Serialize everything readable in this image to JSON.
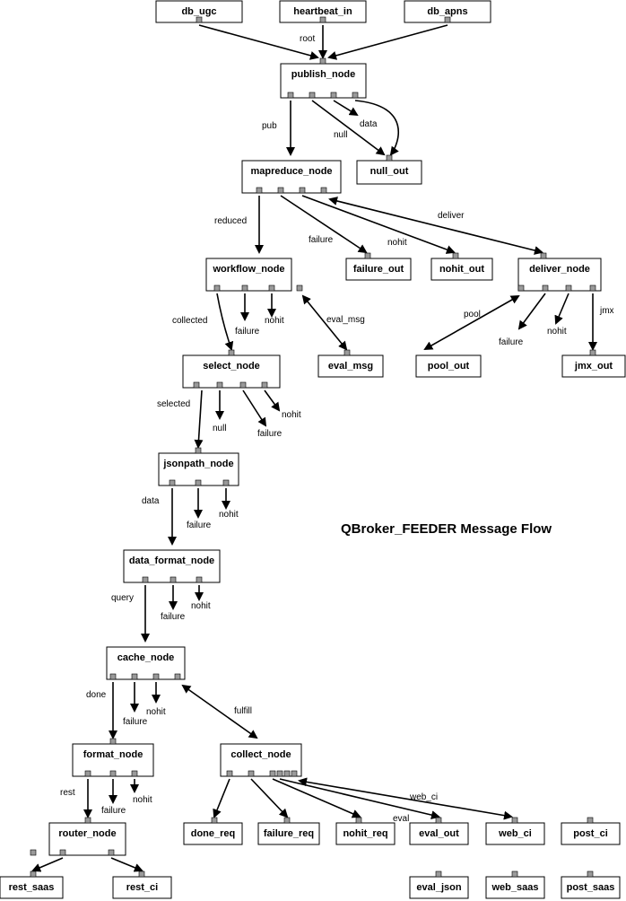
{
  "title": "QBroker_FEEDER Message Flow",
  "nodes": [
    {
      "id": "db_ugc",
      "label": "db_ugc"
    },
    {
      "id": "heartbeat_in",
      "label": "heartbeat_in"
    },
    {
      "id": "db_apns",
      "label": "db_apns"
    },
    {
      "id": "publish_node",
      "label": "publish_node"
    },
    {
      "id": "null_out",
      "label": "null_out"
    },
    {
      "id": "mapreduce_node",
      "label": "mapreduce_node"
    },
    {
      "id": "workflow_node",
      "label": "workflow_node"
    },
    {
      "id": "failure_out",
      "label": "failure_out"
    },
    {
      "id": "nohit_out",
      "label": "nohit_out"
    },
    {
      "id": "deliver_node",
      "label": "deliver_node"
    },
    {
      "id": "select_node",
      "label": "select_node"
    },
    {
      "id": "eval_msg",
      "label": "eval_msg"
    },
    {
      "id": "pool_out",
      "label": "pool_out"
    },
    {
      "id": "jmx_out",
      "label": "jmx_out"
    },
    {
      "id": "jsonpath_node",
      "label": "jsonpath_node"
    },
    {
      "id": "data_format_node",
      "label": "data_format_node"
    },
    {
      "id": "cache_node",
      "label": "cache_node"
    },
    {
      "id": "format_node",
      "label": "format_node"
    },
    {
      "id": "collect_node",
      "label": "collect_node"
    },
    {
      "id": "router_node",
      "label": "router_node"
    },
    {
      "id": "done_req",
      "label": "done_req"
    },
    {
      "id": "failure_req",
      "label": "failure_req"
    },
    {
      "id": "nohit_req",
      "label": "nohit_req"
    },
    {
      "id": "eval_out",
      "label": "eval_out"
    },
    {
      "id": "web_ci",
      "label": "web_ci"
    },
    {
      "id": "post_ci",
      "label": "post_ci"
    },
    {
      "id": "rest_saas",
      "label": "rest_saas"
    },
    {
      "id": "rest_ci",
      "label": "rest_ci"
    },
    {
      "id": "eval_json",
      "label": "eval_json"
    },
    {
      "id": "web_saas",
      "label": "web_saas"
    },
    {
      "id": "post_saas",
      "label": "post_saas"
    }
  ],
  "edges": [
    {
      "id": "db_ugc-publish",
      "from": "db_ugc",
      "to": "publish_node",
      "label": ""
    },
    {
      "id": "heartbeat-publish",
      "from": "heartbeat_in",
      "to": "publish_node",
      "label": "root"
    },
    {
      "id": "db_apns-publish",
      "from": "db_apns",
      "to": "publish_node",
      "label": ""
    },
    {
      "id": "publish-mapreduce",
      "from": "publish_node",
      "to": "mapreduce_node",
      "label": "pub"
    },
    {
      "id": "publish-null",
      "from": "publish_node",
      "to": "null_out",
      "label": "null"
    },
    {
      "id": "publish-data",
      "from": "publish_node",
      "to": "publish_node",
      "label": "data"
    },
    {
      "id": "publish-null-loop",
      "from": "publish_node",
      "to": "null_out",
      "label": ""
    },
    {
      "id": "mapreduce-workflow",
      "from": "mapreduce_node",
      "to": "workflow_node",
      "label": "reduced"
    },
    {
      "id": "mapreduce-failure",
      "from": "mapreduce_node",
      "to": "failure_out",
      "label": "failure"
    },
    {
      "id": "mapreduce-nohit",
      "from": "mapreduce_node",
      "to": "nohit_out",
      "label": "nohit"
    },
    {
      "id": "mapreduce-deliver",
      "from": "mapreduce_node",
      "to": "deliver_node",
      "label": "deliver"
    },
    {
      "id": "workflow-select",
      "from": "workflow_node",
      "to": "select_node",
      "label": "collected"
    },
    {
      "id": "workflow-failure",
      "from": "workflow_node",
      "to": "workflow_node",
      "label": "failure"
    },
    {
      "id": "workflow-nohit",
      "from": "workflow_node",
      "to": "workflow_node",
      "label": "nohit"
    },
    {
      "id": "workflow-eval",
      "from": "workflow_node",
      "to": "eval_msg",
      "label": "eval_msg"
    },
    {
      "id": "deliver-pool",
      "from": "deliver_node",
      "to": "pool_out",
      "label": "pool"
    },
    {
      "id": "deliver-failure",
      "from": "deliver_node",
      "to": "deliver_node",
      "label": "failure"
    },
    {
      "id": "deliver-nohit",
      "from": "deliver_node",
      "to": "deliver_node",
      "label": "nohit"
    },
    {
      "id": "deliver-jmx",
      "from": "deliver_node",
      "to": "jmx_out",
      "label": "jmx"
    },
    {
      "id": "select-jsonpath",
      "from": "select_node",
      "to": "jsonpath_node",
      "label": "selected"
    },
    {
      "id": "select-null",
      "from": "select_node",
      "to": "select_node",
      "label": "null"
    },
    {
      "id": "select-failure",
      "from": "select_node",
      "to": "select_node",
      "label": "failure"
    },
    {
      "id": "select-nohit",
      "from": "select_node",
      "to": "select_node",
      "label": "nohit"
    },
    {
      "id": "jsonpath-dataformat",
      "from": "jsonpath_node",
      "to": "data_format_node",
      "label": "data"
    },
    {
      "id": "jsonpath-failure",
      "from": "jsonpath_node",
      "to": "jsonpath_node",
      "label": "failure"
    },
    {
      "id": "jsonpath-nohit",
      "from": "jsonpath_node",
      "to": "jsonpath_node",
      "label": "nohit"
    },
    {
      "id": "dataformat-cache",
      "from": "data_format_node",
      "to": "cache_node",
      "label": "query"
    },
    {
      "id": "dataformat-failure",
      "from": "data_format_node",
      "to": "data_format_node",
      "label": "failure"
    },
    {
      "id": "dataformat-nohit",
      "from": "data_format_node",
      "to": "data_format_node",
      "label": "nohit"
    },
    {
      "id": "cache-format",
      "from": "cache_node",
      "to": "format_node",
      "label": "done"
    },
    {
      "id": "cache-failure",
      "from": "cache_node",
      "to": "cache_node",
      "label": "failure"
    },
    {
      "id": "cache-nohit",
      "from": "cache_node",
      "to": "cache_node",
      "label": "nohit"
    },
    {
      "id": "cache-collect",
      "from": "cache_node",
      "to": "collect_node",
      "label": "fulfill"
    },
    {
      "id": "format-router",
      "from": "format_node",
      "to": "router_node",
      "label": "rest"
    },
    {
      "id": "format-failure",
      "from": "format_node",
      "to": "format_node",
      "label": "failure"
    },
    {
      "id": "format-nohit",
      "from": "format_node",
      "to": "format_node",
      "label": "nohit"
    },
    {
      "id": "collect-done",
      "from": "collect_node",
      "to": "done_req",
      "label": ""
    },
    {
      "id": "collect-failure",
      "from": "collect_node",
      "to": "failure_req",
      "label": ""
    },
    {
      "id": "collect-nohit",
      "from": "collect_node",
      "to": "nohit_req",
      "label": ""
    },
    {
      "id": "collect-eval",
      "from": "collect_node",
      "to": "eval_out",
      "label": "eval"
    },
    {
      "id": "collect-web",
      "from": "collect_node",
      "to": "web_ci",
      "label": "web_ci"
    },
    {
      "id": "router-restsaas",
      "from": "router_node",
      "to": "rest_saas",
      "label": ""
    },
    {
      "id": "router-restci",
      "from": "router_node",
      "to": "rest_ci",
      "label": ""
    }
  ]
}
